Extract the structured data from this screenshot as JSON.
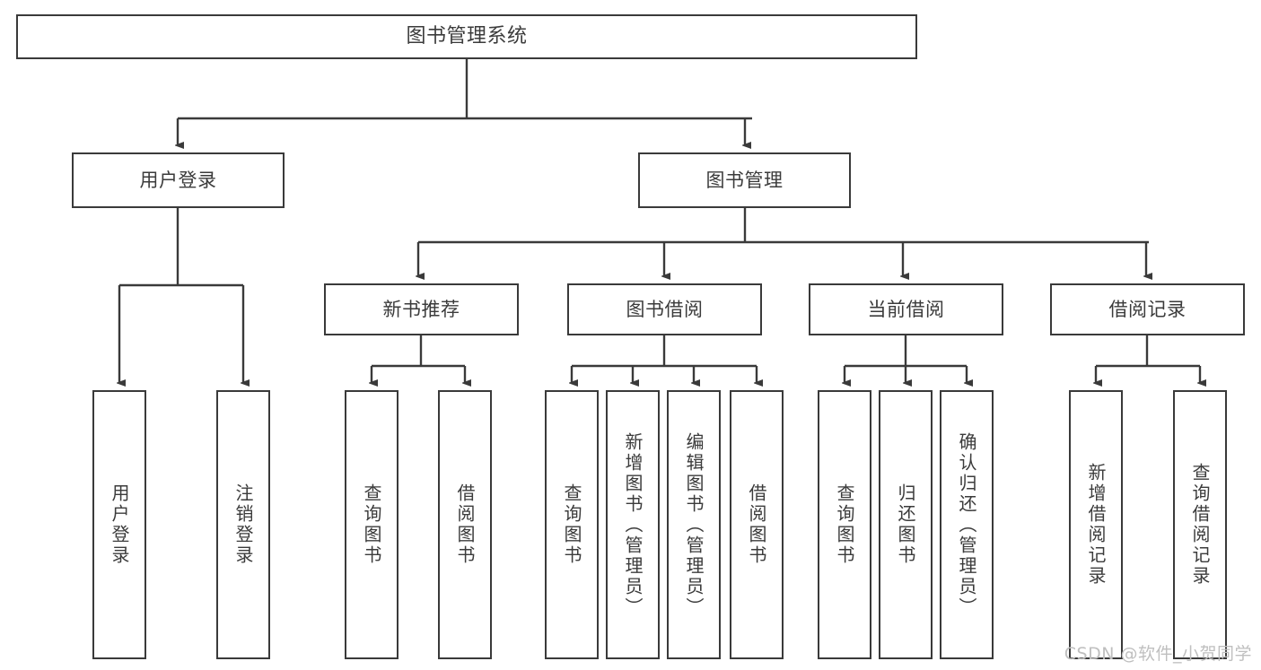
{
  "diagram": {
    "title": "图书管理系统",
    "type": "tree-hierarchy-diagram",
    "colors": {
      "stroke": "#3a3a3a",
      "fill": "#ffffff",
      "text": "#3b3b3b",
      "watermark": "#bfbfbf"
    },
    "root": {
      "label": "图书管理系统"
    },
    "level2": [
      {
        "label": "用户登录"
      },
      {
        "label": "图书管理"
      }
    ],
    "level3": [
      {
        "label": "新书推荐"
      },
      {
        "label": "图书借阅"
      },
      {
        "label": "当前借阅"
      },
      {
        "label": "借阅记录"
      }
    ],
    "leaves": {
      "user_login": [
        {
          "label": "用户登录"
        },
        {
          "label": "注销登录"
        }
      ],
      "new_book_recommend": [
        {
          "label": "查询图书"
        },
        {
          "label": "借阅图书"
        }
      ],
      "book_borrow": [
        {
          "label": "查询图书"
        },
        {
          "label": "新增图书（管理员）"
        },
        {
          "label": "编辑图书（管理员）"
        },
        {
          "label": "借阅图书"
        }
      ],
      "current_borrow": [
        {
          "label": "查询图书"
        },
        {
          "label": "归还图书"
        },
        {
          "label": "确认归还（管理员）"
        }
      ],
      "borrow_record": [
        {
          "label": "新增借阅记录"
        },
        {
          "label": "查询借阅记录"
        }
      ]
    }
  },
  "watermark": {
    "text": "CSDN @软件_小贺同学"
  }
}
